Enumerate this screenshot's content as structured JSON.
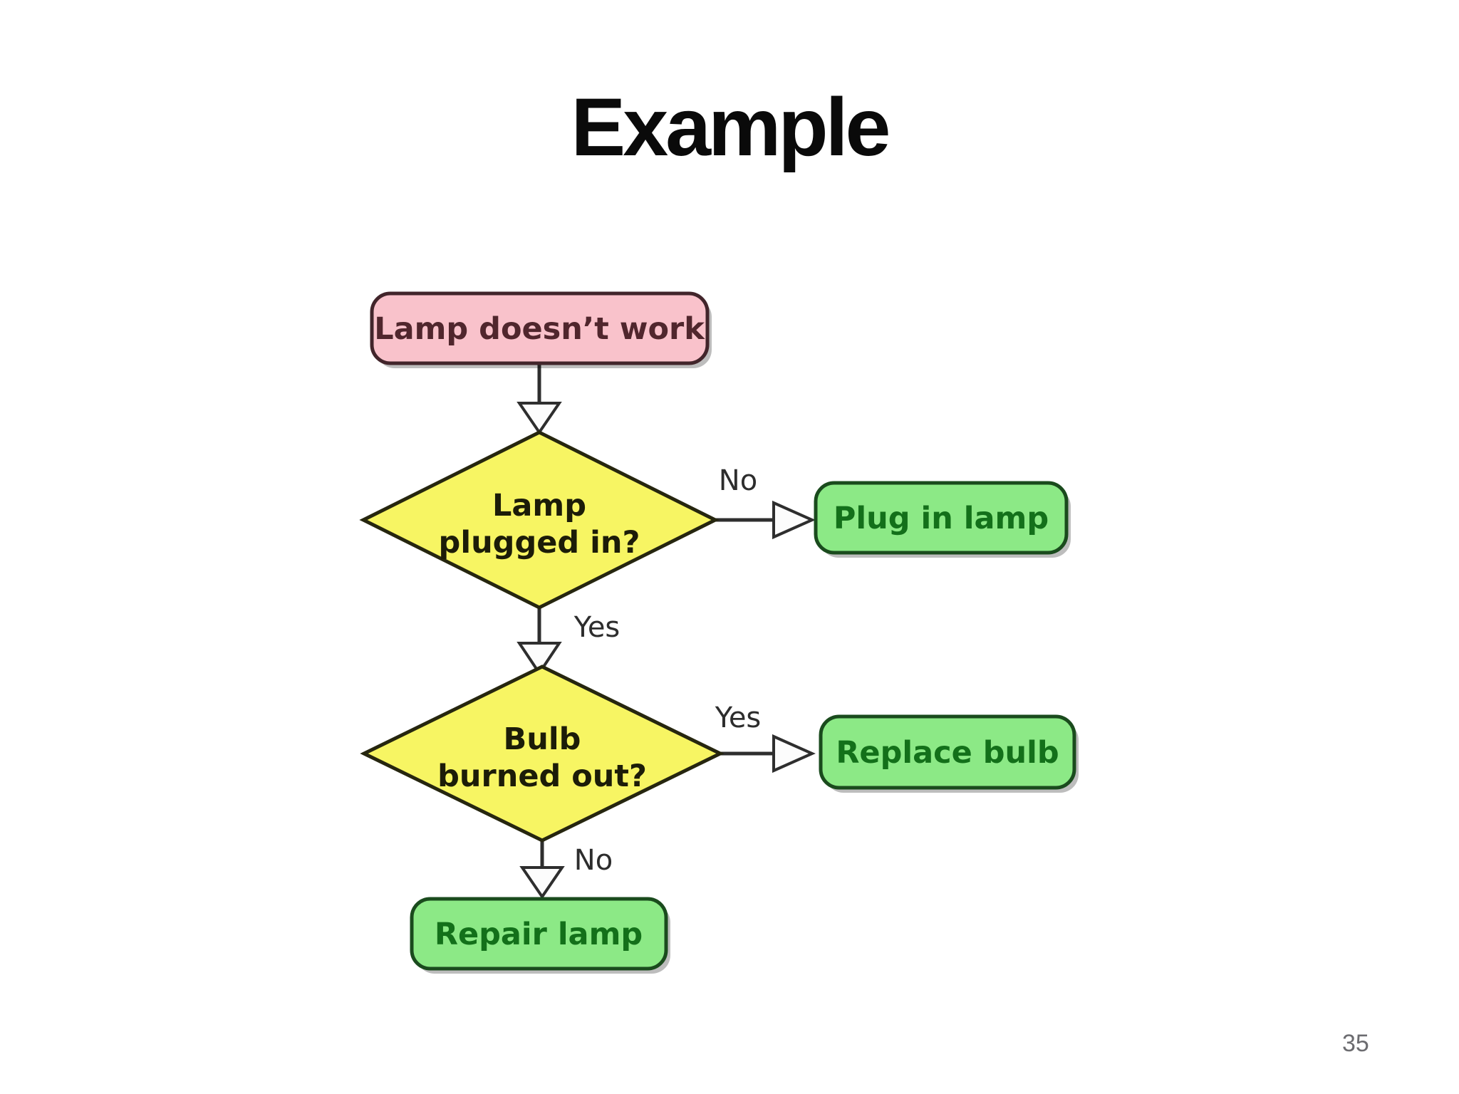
{
  "slide": {
    "title": "Example",
    "page_number": "35"
  },
  "flowchart": {
    "nodes": {
      "start": {
        "label": "Lamp doesn’t work"
      },
      "decision_plugged": {
        "line1": "Lamp",
        "line2": "plugged in?"
      },
      "plug_in_lamp": {
        "label": "Plug in lamp"
      },
      "decision_bulb": {
        "line1": "Bulb",
        "line2": "burned out?"
      },
      "replace_bulb": {
        "label": "Replace bulb"
      },
      "repair_lamp": {
        "label": "Repair lamp"
      }
    },
    "edges": {
      "plugged_no": "No",
      "plugged_yes": "Yes",
      "bulb_yes": "Yes",
      "bulb_no": "No"
    },
    "colors": {
      "start_fill": "#f9c2cb",
      "decision_fill": "#f7f563",
      "action_fill": "#8ce986"
    }
  }
}
